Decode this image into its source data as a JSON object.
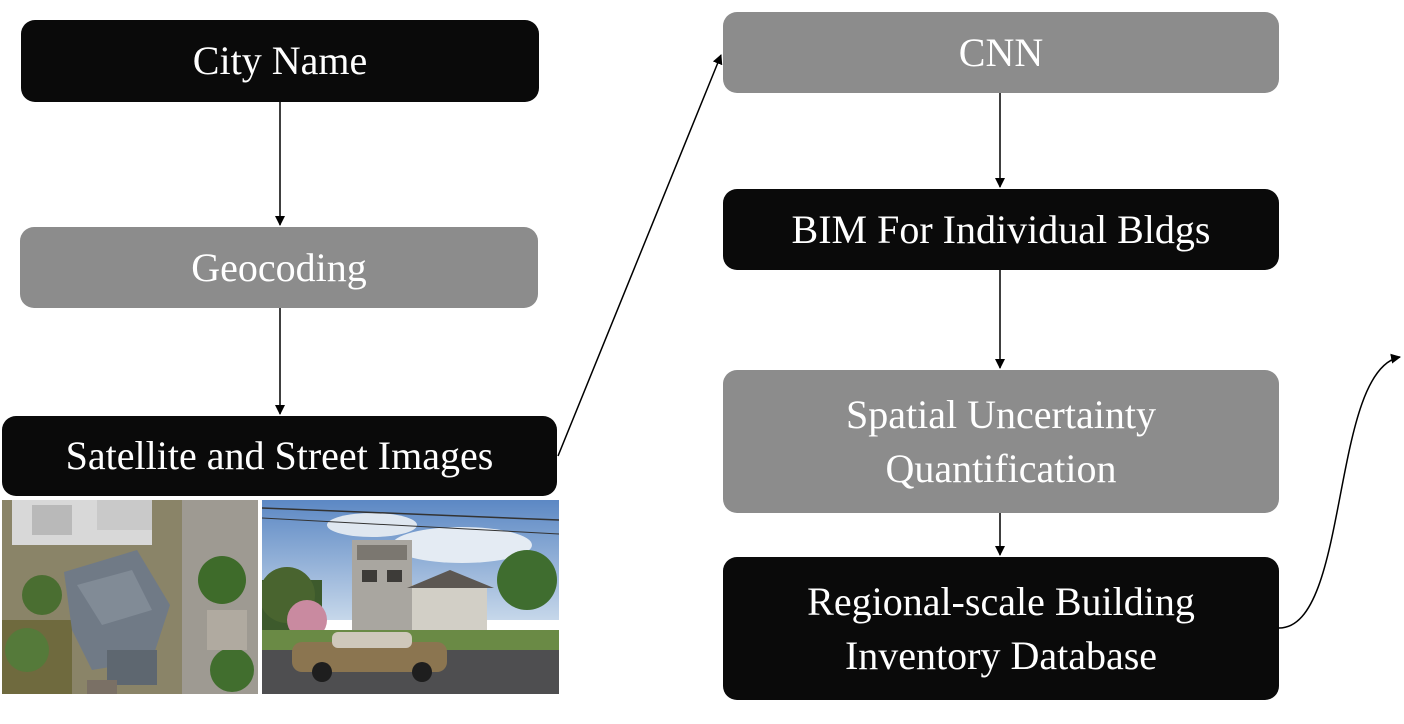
{
  "nodes": {
    "city_name": "City Name",
    "geocoding": "Geocoding",
    "images": "Satellite and Street Images",
    "cnn": "CNN",
    "bim": "BIM For Individual Bldgs",
    "spatial": "Spatial Uncertainty\nQuantification",
    "database": "Regional-scale Building\nInventory Database"
  },
  "colors": {
    "black_box": "#0a0a0a",
    "gray_box": "#8c8c8c",
    "text": "#ffffff",
    "arrow": "#000000"
  },
  "photos": {
    "satellite": "aerial-rooftop-photo",
    "street": "street-view-house-with-car-photo"
  }
}
